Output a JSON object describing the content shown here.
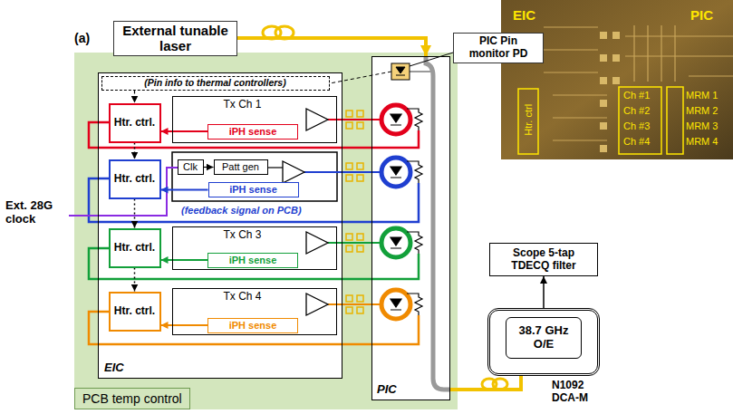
{
  "diagram": {
    "nodes": [
      {
        "text": [
          "External tunable laser"
        ]
      },
      {
        "text": [
          "PIC Pin monitor PD"
        ]
      },
      {
        "text": [
          "PCB temp control"
        ]
      },
      {
        "text": [
          "EIC"
        ],
        "in": 2
      },
      {
        "text": [
          "PIC"
        ],
        "in": 2
      },
      {
        "text": [
          "(Pin info to thermal controllers)"
        ],
        "in": 3
      },
      {
        "text": [
          "Htr. ctrl."
        ],
        "in": 3
      },
      {
        "text": [
          "Tx Ch 1"
        ],
        "in": 3
      },
      {
        "text": [
          "iPH sense"
        ],
        "in": 7
      },
      {
        "text": [
          "Htr. ctrl."
        ],
        "in": 3
      },
      {
        "text": [
          "Clk"
        ],
        "in": 3
      },
      {
        "text": [
          "Patt gen"
        ],
        "in": 3
      },
      {
        "text": [
          "iPH sense"
        ],
        "in": 3
      },
      {
        "text": [
          "Htr. ctrl."
        ],
        "in": 3
      },
      {
        "text": [
          "Tx Ch 3"
        ],
        "in": 3
      },
      {
        "text": [
          "iPH sense"
        ],
        "in": 14
      },
      {
        "text": [
          "Htr. ctrl."
        ],
        "in": 3
      },
      {
        "text": [
          "Tx Ch 4"
        ],
        "in": 3
      },
      {
        "text": [
          "iPH sense"
        ],
        "in": 17
      },
      {
        "text": [
          "Scope 5-tap TDECQ filter"
        ]
      },
      {
        "text": [
          "N1092 DCA-M"
        ]
      },
      {
        "text": [
          "38.7 GHz O/E"
        ],
        "in": 20
      }
    ],
    "edges": [
      {
        "from": 0,
        "to": 4,
        "arrow": "to"
      },
      {
        "from": 10,
        "to": 11,
        "arrow": "to"
      },
      {
        "from": 5,
        "to": 6,
        "arrow": "to"
      },
      {
        "from": 6,
        "to": 9,
        "arrow": "to"
      },
      {
        "from": 9,
        "to": 13,
        "arrow": "to"
      },
      {
        "from": 13,
        "to": 16,
        "arrow": "to"
      },
      {
        "from": 8,
        "to": 6,
        "arrow": "to"
      },
      {
        "from": 12,
        "to": 9,
        "arrow": "to"
      },
      {
        "from": 15,
        "to": 13,
        "arrow": "to"
      },
      {
        "from": 18,
        "to": 16,
        "arrow": "to"
      },
      {
        "from": 4,
        "to": 21,
        "arrow": "to"
      },
      {
        "from": 21,
        "to": 19,
        "arrow": "to"
      }
    ],
    "labels": [
      "(a)",
      "Ext. 28G clock",
      "(feedback signal on PCB)",
      "EIC",
      "PIC",
      "Htr. ctrl",
      "Ch #1",
      "Ch #2",
      "Ch #3",
      "Ch #4",
      "MRM 1",
      "MRM 2",
      "MRM 3",
      "MRM 4"
    ]
  }
}
